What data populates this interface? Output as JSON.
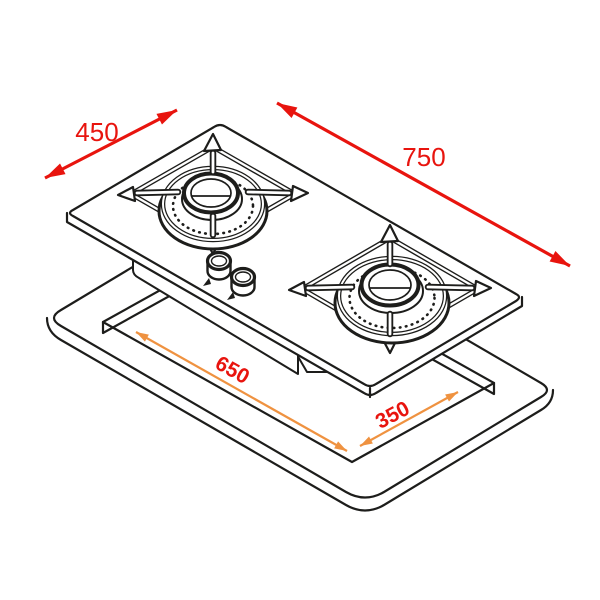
{
  "diagram": {
    "kind": "isometric installation line drawing",
    "subject": "two-burner built-in gas hob above worktop cutout frame",
    "background_color": "#ffffff",
    "line_color": "#1d1d1b",
    "colors": {
      "dimension_label": "#e8140e",
      "hob_dimension_arrows": "#e8140e",
      "cutout_dimension_arrows": "#ef9240"
    },
    "dimensions": {
      "hob_depth": {
        "text": "450",
        "applies_to": "hob top panel short side"
      },
      "hob_length": {
        "text": "750",
        "applies_to": "hob top panel long side"
      },
      "cutout_length": {
        "text": "650",
        "applies_to": "worktop cutout long side"
      },
      "cutout_depth": {
        "text": "350",
        "applies_to": "worktop cutout short side"
      }
    },
    "parts": [
      "hob top panel",
      "left pan support",
      "left burner with cap",
      "right pan support",
      "right burner with cap",
      "control knob 1",
      "control knob 2",
      "burner box under hob",
      "worktop frame",
      "rectangular cutout"
    ]
  }
}
